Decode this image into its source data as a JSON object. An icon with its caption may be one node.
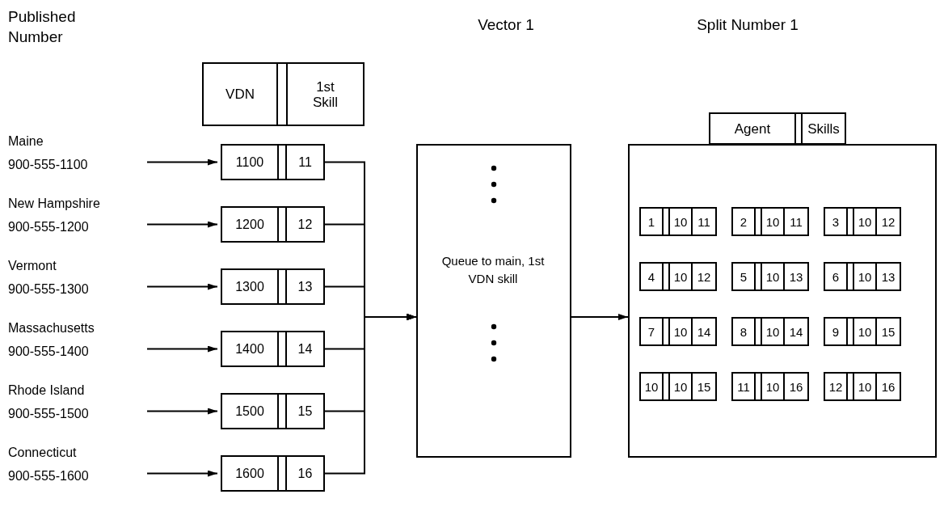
{
  "diagram": {
    "nodes": [
      {
        "text": [
          "Maine",
          "900-555-1100"
        ]
      },
      {
        "text": [
          "New Hampshire",
          "900-555-1200"
        ]
      },
      {
        "text": [
          "Vermont",
          "900-555-1300"
        ]
      },
      {
        "text": [
          "Massachusetts",
          "900-555-1400"
        ]
      },
      {
        "text": [
          "Rhode Island",
          "900-555-1500"
        ]
      },
      {
        "text": [
          "Connecticut",
          "900-555-1600"
        ]
      },
      {
        "text": [
          "1100",
          "11"
        ]
      },
      {
        "text": [
          "1200",
          "12"
        ]
      },
      {
        "text": [
          "1300",
          "13"
        ]
      },
      {
        "text": [
          "1400",
          "14"
        ]
      },
      {
        "text": [
          "1500",
          "15"
        ]
      },
      {
        "text": [
          "1600",
          "16"
        ]
      },
      {
        "text": [
          "VDN",
          "1st Skill"
        ]
      },
      {
        "text": [
          "Queue to main, 1st VDN skill"
        ]
      },
      {
        "text": [
          "Agent",
          "Skills"
        ]
      },
      {
        "text": [],
        "shape": "box"
      },
      {
        "text": [
          "1",
          "10",
          "11"
        ],
        "in": 15
      },
      {
        "text": [
          "2",
          "10",
          "11"
        ],
        "in": 15
      },
      {
        "text": [
          "3",
          "10",
          "12"
        ],
        "in": 15
      },
      {
        "text": [
          "4",
          "10",
          "12"
        ],
        "in": 15
      },
      {
        "text": [
          "5",
          "10",
          "13"
        ],
        "in": 15
      },
      {
        "text": [
          "6",
          "10",
          "13"
        ],
        "in": 15
      },
      {
        "text": [
          "7",
          "10",
          "14"
        ],
        "in": 15
      },
      {
        "text": [
          "8",
          "10",
          "14"
        ],
        "in": 15
      },
      {
        "text": [
          "9",
          "10",
          "15"
        ],
        "in": 15
      },
      {
        "text": [
          "10",
          "10",
          "15"
        ],
        "in": 15
      },
      {
        "text": [
          "11",
          "10",
          "16"
        ],
        "in": 15
      },
      {
        "text": [
          "12",
          "10",
          "16"
        ],
        "in": 15
      }
    ],
    "edges": [
      {
        "from": 0,
        "to": 6,
        "arrow": "to"
      },
      {
        "from": 1,
        "to": 7,
        "arrow": "to"
      },
      {
        "from": 2,
        "to": 8,
        "arrow": "to"
      },
      {
        "from": 3,
        "to": 9,
        "arrow": "to"
      },
      {
        "from": 4,
        "to": 10,
        "arrow": "to"
      },
      {
        "from": 5,
        "to": 11,
        "arrow": "to"
      },
      {
        "from": 6,
        "to": 13,
        "arrow": "to"
      },
      {
        "from": 7,
        "to": 13,
        "arrow": "to"
      },
      {
        "from": 8,
        "to": 13,
        "arrow": "to"
      },
      {
        "from": 9,
        "to": 13,
        "arrow": "to"
      },
      {
        "from": 10,
        "to": 13,
        "arrow": "to"
      },
      {
        "from": 11,
        "to": 13,
        "arrow": "to"
      },
      {
        "from": 13,
        "to": 15,
        "arrow": "to"
      }
    ],
    "labels": [
      "Published Number",
      "Vector 1",
      "Split Number 1"
    ]
  }
}
